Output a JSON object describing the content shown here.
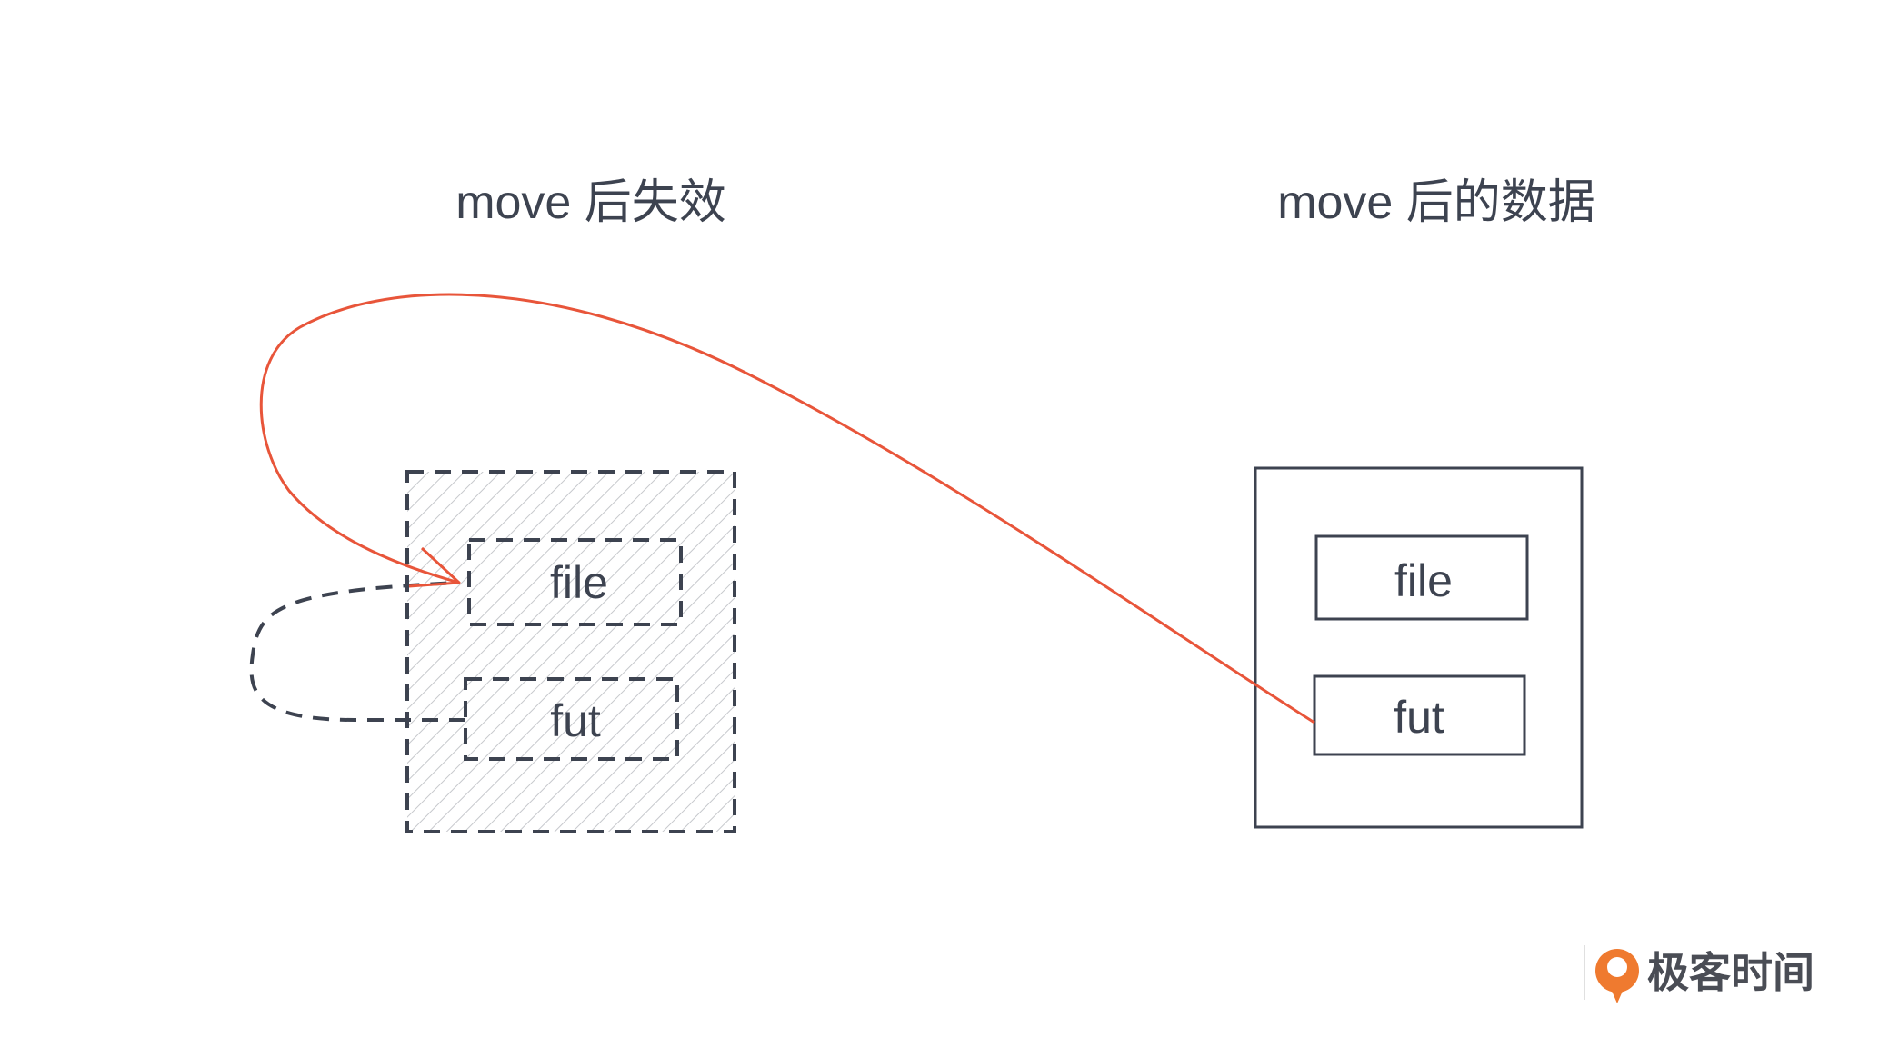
{
  "titles": {
    "left": "move 后失效",
    "right": "move 后的数据"
  },
  "invalid_struct": {
    "fields": {
      "file": "file",
      "fut": "fut"
    }
  },
  "moved_struct": {
    "fields": {
      "file": "file",
      "fut": "fut"
    }
  },
  "brand": {
    "name": "极客时间",
    "icon": "geektime-logo-icon"
  },
  "colors": {
    "line": "#3d4350",
    "pointer": "#e8553a",
    "hatch": "#c6c8cc",
    "brand_orange": "#ef7a2f"
  }
}
